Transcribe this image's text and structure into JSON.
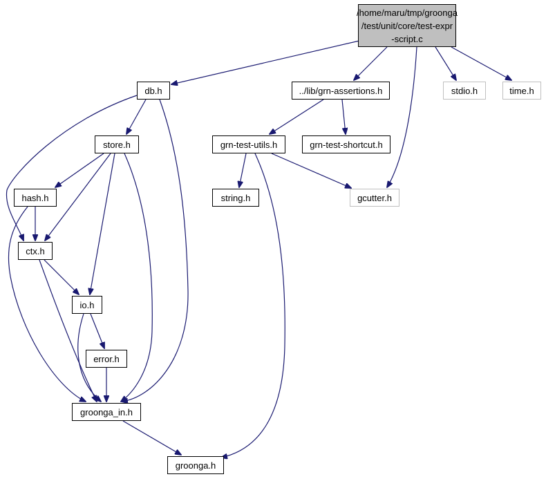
{
  "colors": {
    "edge": "#191970",
    "root_fill": "#bfbfbf",
    "external_border": "#bfbfbf",
    "node_border": "#000000"
  },
  "root": {
    "lines": [
      "/home/maru/tmp/groonga",
      "/test/unit/core/test-expr",
      "-script.c"
    ]
  },
  "nodes": {
    "db": "db.h",
    "assertions": "../lib/grn-assertions.h",
    "stdio": "stdio.h",
    "time": "time.h",
    "store": "store.h",
    "utils": "grn-test-utils.h",
    "shortcut": "grn-test-shortcut.h",
    "hash": "hash.h",
    "string": "string.h",
    "gcutter": "gcutter.h",
    "ctx": "ctx.h",
    "io": "io.h",
    "error": "error.h",
    "groonga_in": "groonga_in.h",
    "groonga": "groonga.h"
  },
  "edges": [
    [
      "root",
      "db"
    ],
    [
      "root",
      "assertions"
    ],
    [
      "root",
      "gcutter"
    ],
    [
      "root",
      "stdio"
    ],
    [
      "root",
      "time"
    ],
    [
      "db",
      "store"
    ],
    [
      "db",
      "ctx"
    ],
    [
      "db",
      "groonga_in"
    ],
    [
      "assertions",
      "utils"
    ],
    [
      "assertions",
      "shortcut"
    ],
    [
      "utils",
      "string"
    ],
    [
      "utils",
      "gcutter"
    ],
    [
      "utils",
      "groonga"
    ],
    [
      "store",
      "hash"
    ],
    [
      "store",
      "ctx"
    ],
    [
      "store",
      "io"
    ],
    [
      "store",
      "groonga_in"
    ],
    [
      "hash",
      "ctx"
    ],
    [
      "hash",
      "groonga_in"
    ],
    [
      "ctx",
      "io"
    ],
    [
      "ctx",
      "groonga_in"
    ],
    [
      "io",
      "error"
    ],
    [
      "io",
      "groonga_in"
    ],
    [
      "error",
      "groonga_in"
    ],
    [
      "groonga_in",
      "groonga"
    ]
  ]
}
